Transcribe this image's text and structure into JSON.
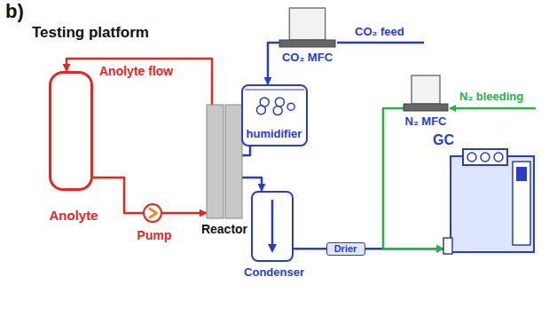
{
  "diagram": {
    "title": "Testing platform",
    "nodes": [
      {
        "text": [
          "Anolyte"
        ]
      },
      {
        "text": [
          "Pump"
        ]
      },
      {
        "text": [
          "Reactor"
        ]
      },
      {
        "text": [
          "humidifier"
        ]
      },
      {
        "text": [
          "Condenser"
        ]
      },
      {
        "text": [
          "Drier"
        ]
      },
      {
        "text": [
          "GC"
        ]
      },
      {
        "text": [
          "CO₂ MFC"
        ]
      },
      {
        "text": [
          "N₂ MFC"
        ]
      }
    ],
    "edges": [
      {
        "from": 7,
        "to": 3,
        "arrow": "to"
      },
      {
        "from": 3,
        "to": 2,
        "arrow": "none"
      },
      {
        "from": 2,
        "to": 4,
        "arrow": "to"
      },
      {
        "from": 4,
        "to": 5,
        "arrow": "none"
      },
      {
        "from": 5,
        "to": 6,
        "arrow": "to"
      },
      {
        "from": 8,
        "to": 6,
        "arrow": "to"
      },
      {
        "from": 2,
        "to": 0,
        "arrow": "to"
      },
      {
        "from": 0,
        "to": 1,
        "arrow": "none"
      },
      {
        "from": 1,
        "to": 2,
        "arrow": "to"
      }
    ],
    "labels": [
      "b)",
      "Anolyte flow",
      "CO₂ feed",
      "N₂ bleeding"
    ]
  }
}
